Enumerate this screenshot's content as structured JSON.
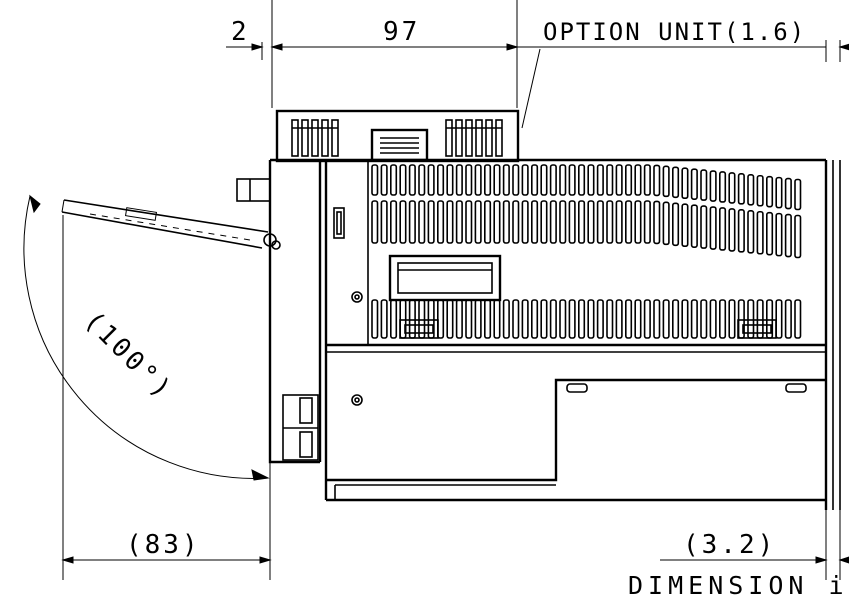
{
  "dimensions": {
    "gap": "2",
    "depth": "97",
    "option_unit": "OPTION UNIT(1.6)",
    "door_swing": "(100°)",
    "door_clearance": "(83)",
    "right_clearance": "(3.2)"
  },
  "footer": {
    "note": "DIMENSION in"
  }
}
